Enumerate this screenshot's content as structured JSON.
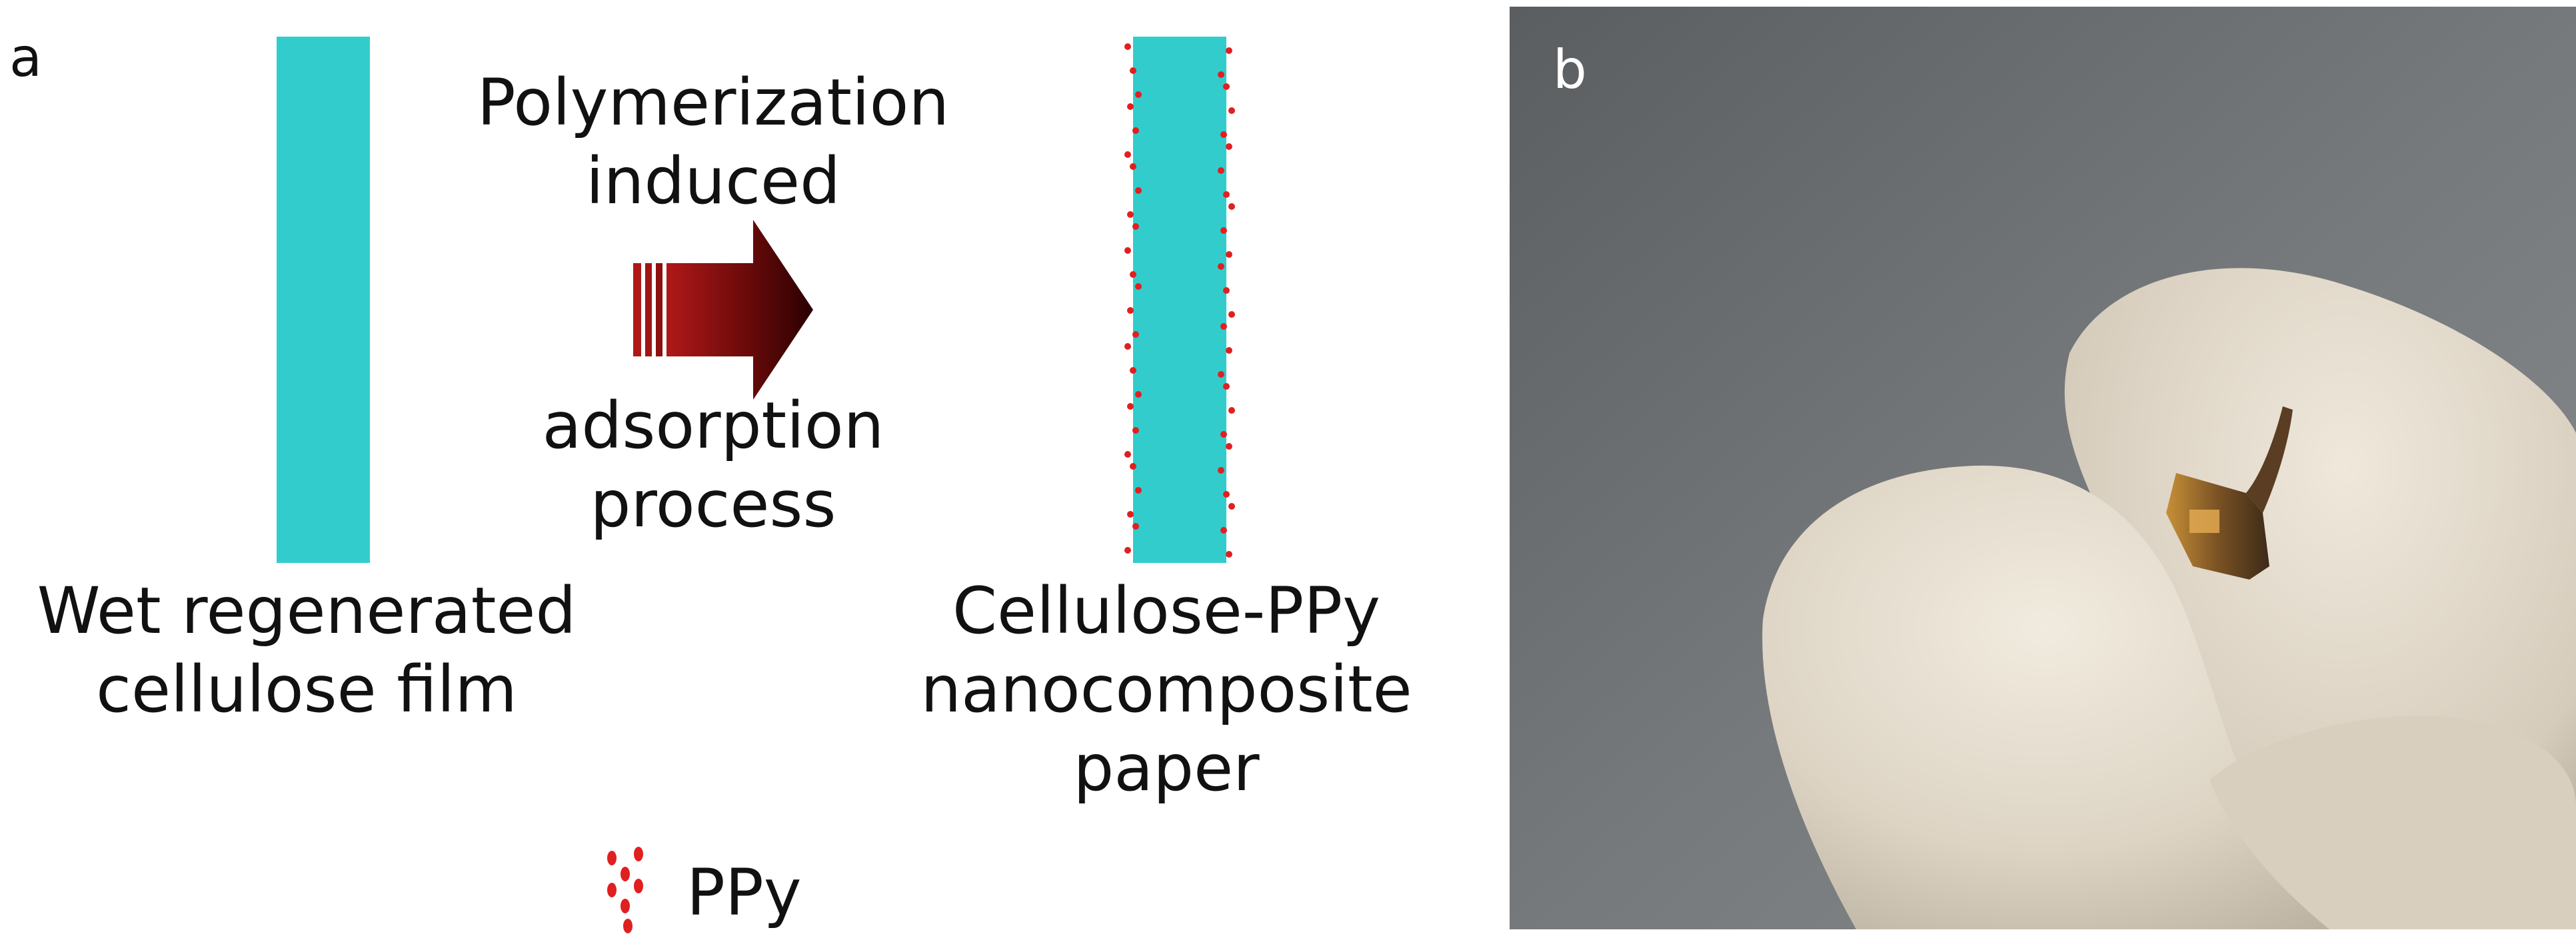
{
  "panel_a": {
    "letter": "a",
    "arrow_label_top_line1": "Polymerization",
    "arrow_label_top_line2": "induced",
    "arrow_label_bottom_line1": "adsorption",
    "arrow_label_bottom_line2": "process",
    "left_caption_line1": "Wet regenerated",
    "left_caption_line2": "cellulose film",
    "right_caption_line1": "Cellulose-PPy",
    "right_caption_line2": "nanocomposite paper",
    "legend_label": "PPy",
    "colors": {
      "film": "#33cccc",
      "ppy_dot": "#e02020",
      "arrow_dark": "#3a0000",
      "arrow_light": "#a01010"
    }
  },
  "panel_b": {
    "letter": "b"
  }
}
